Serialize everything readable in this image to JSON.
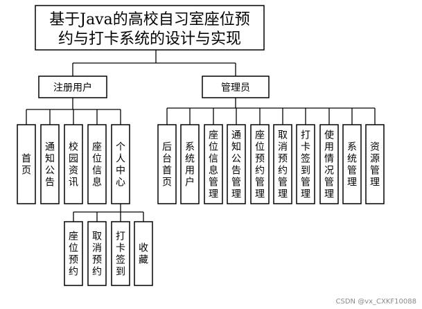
{
  "title": {
    "line1": "基于Java的高校自习室座位预",
    "line2": "约与打卡系统的设计与实现"
  },
  "roles": {
    "user": "注册用户",
    "admin": "管理员"
  },
  "user_modules": [
    "首页",
    "通知公告",
    "校园资讯",
    "座位信息",
    "个人中心"
  ],
  "personal_center_modules": [
    "座位预约",
    "取消预约",
    "打卡签到",
    "收藏"
  ],
  "admin_modules": [
    "后台首页",
    "系统用户",
    "座位信息管理",
    "通知公告管理",
    "座位预约管理",
    "取消预约管理",
    "打卡签到管理",
    "使用情况管理",
    "系统管理",
    "资源管理"
  ],
  "watermark": "CSDN @vx_CXKF10088"
}
